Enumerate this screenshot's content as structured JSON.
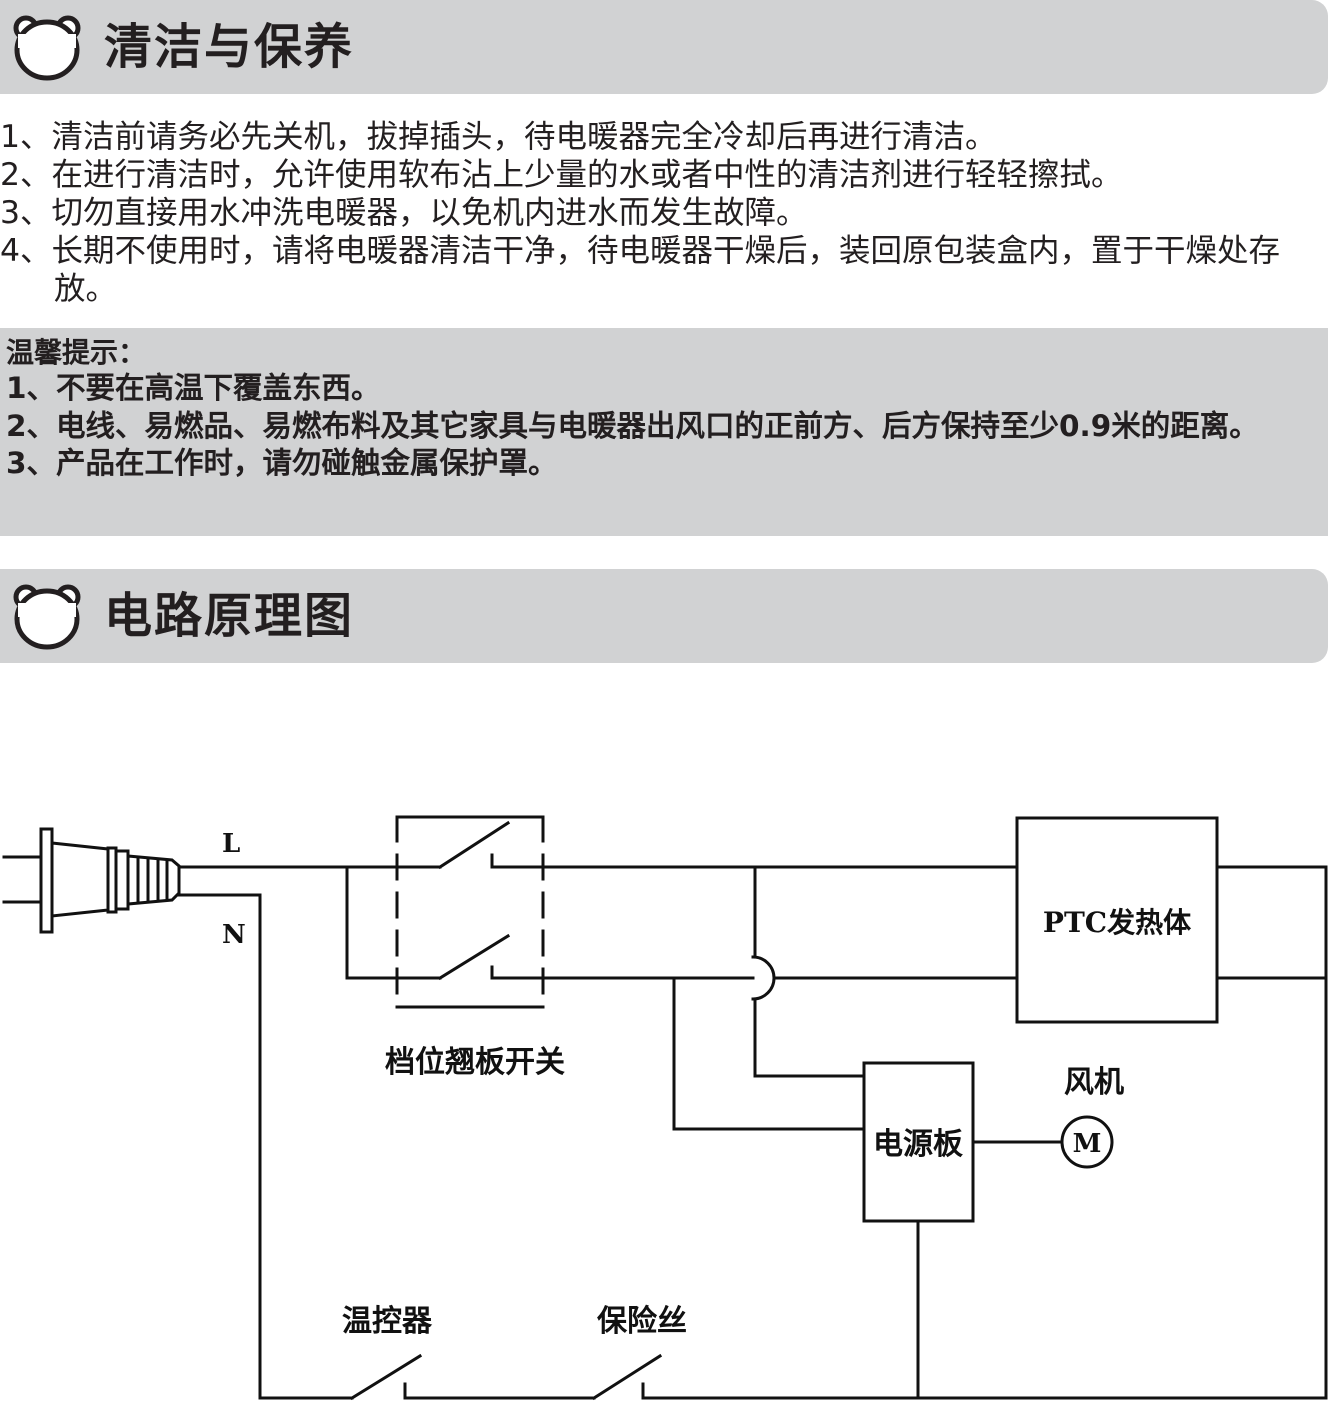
{
  "section1": {
    "title": "清洁与保养",
    "items": [
      "1、清洁前请务必先关机，拔掉插头，待电暖器完全冷却后再进行清洁。",
      "2、在进行清洁时，允许使用软布沾上少量的水或者中性的清洁剂进行轻轻擦拭。",
      "3、切勿直接用水冲洗电暖器，以免机内进水而发生故障。",
      "4、长期不使用时，请将电暖器清洁干净，待电暖器干燥后，装回原包装盒内，置于干燥处存放。"
    ]
  },
  "tips": {
    "heading": "温馨提示：",
    "items": [
      "1、不要在高温下覆盖东西。",
      "2、电线、易燃品、易燃布料及其它家具与电暖器出风口的正前方、后方保持至少0.9米的距离。",
      "3、产品在工作时，请勿碰触金属保护罩。"
    ]
  },
  "section2": {
    "title": "电路原理图"
  },
  "circuit": {
    "label_L": "L",
    "label_N": "N",
    "switch_label": "档位翘板开关",
    "ptc_label": "PTC发热体",
    "fan_label": "风机",
    "motor_symbol": "M",
    "power_board_label": "电源板",
    "thermostat_label": "温控器",
    "fuse_label": "保险丝"
  },
  "colors": {
    "banner_bg": "#d1d2d3",
    "text": "#231f20"
  },
  "icons": [
    "bear-face-icon"
  ]
}
